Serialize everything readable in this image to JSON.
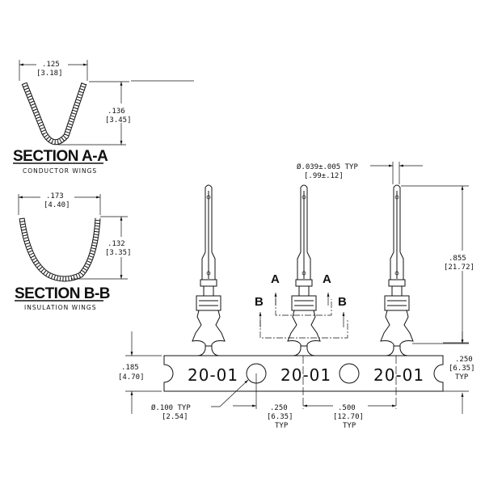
{
  "section_a": {
    "title": "SECTION A-A",
    "subtitle": "CONDUCTOR WINGS",
    "width_in": ".125",
    "width_mm": "[3.18]",
    "height_in": ".136",
    "height_mm": "[3.45]"
  },
  "section_b": {
    "title": "SECTION B-B",
    "subtitle": "INSULATION WINGS",
    "width_in": ".173",
    "width_mm": "[4.40]",
    "height_in": ".132",
    "height_mm": "[3.35]"
  },
  "pin_diameter": {
    "in": "Ø.039±.005 TYP",
    "mm": "[.99±.12]"
  },
  "pin_length": {
    "in": ".855",
    "mm": "[21.72]"
  },
  "strip_height": {
    "in": ".185",
    "mm": "[4.70]"
  },
  "strip_right": {
    "in": ".250",
    "mm": "[6.35]",
    "typ": "TYP"
  },
  "hole_diameter": {
    "in": "Ø.100  TYP",
    "mm": "[2.54]"
  },
  "hole_offset": {
    "in": ".250",
    "mm": "[6.35]",
    "typ": "TYP"
  },
  "pitch": {
    "in": ".500",
    "mm": "[12.70]",
    "typ": "TYP"
  },
  "section_marks": {
    "a": "A",
    "b": "B"
  },
  "strip_labels": [
    "20-01",
    "20-01",
    "20-01"
  ]
}
